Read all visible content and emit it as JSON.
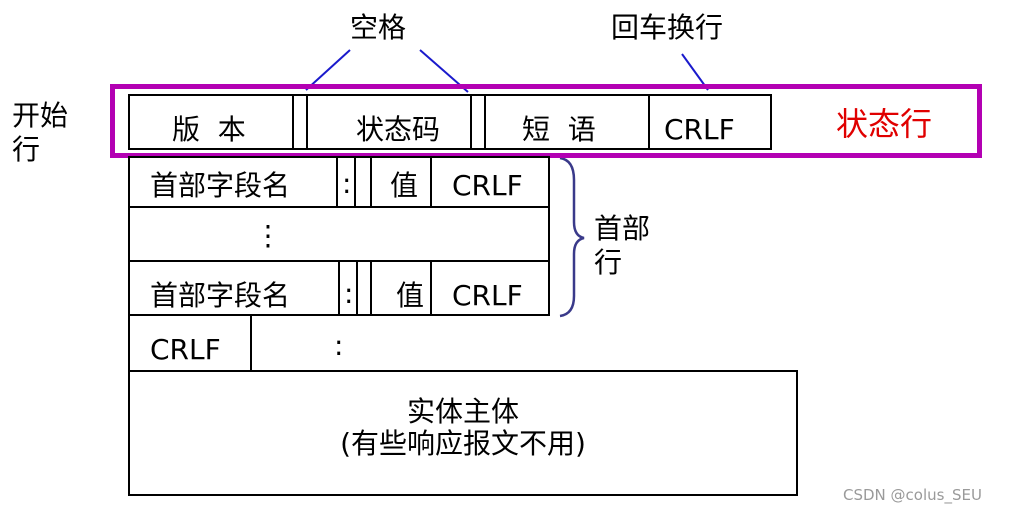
{
  "labels": {
    "space": "空格",
    "crlf_top": "回车换行",
    "start_line": "开始\n行",
    "status_line": "状态行",
    "header_lines": "首部\n行"
  },
  "status_line_fields": {
    "version": "版  本",
    "status_code": "状态码",
    "phrase": "短  语",
    "crlf": "CRLF"
  },
  "header_rows": [
    {
      "name": "首部字段名",
      "colon": ":",
      "value": "值",
      "crlf": "CRLF"
    },
    {
      "ellipsis": "⋮"
    },
    {
      "name": "首部字段名",
      "colon": ":",
      "value": "值",
      "crlf": "CRLF"
    }
  ],
  "blank_line": {
    "crlf": "CRLF",
    "colon": ":"
  },
  "body": {
    "line1": "实体主体",
    "line2": "(有些响应报文不用)"
  },
  "watermark": "CSDN @colus_SEU",
  "colors": {
    "status_box": "#b300b3",
    "status_label": "#e00000",
    "brace": "#3a3a8a",
    "pointer": "#1a1acc"
  }
}
